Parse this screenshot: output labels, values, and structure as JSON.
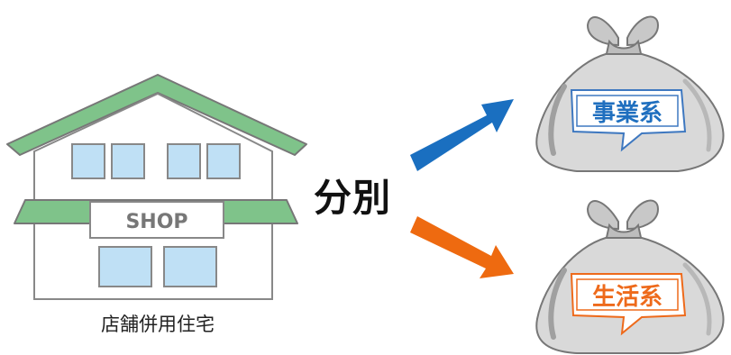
{
  "house": {
    "sign": "SHOP",
    "caption": "店舗併用住宅",
    "roof_color": "#7fc38a",
    "window_color": "#bfe0f5"
  },
  "center_label": "分別",
  "bags": [
    {
      "label": "事業系",
      "label_color": "#1f6fbf",
      "arrow_color": "#1a6fc0"
    },
    {
      "label": "生活系",
      "label_color": "#ee6a1b",
      "arrow_color": "#ee6a10"
    }
  ]
}
